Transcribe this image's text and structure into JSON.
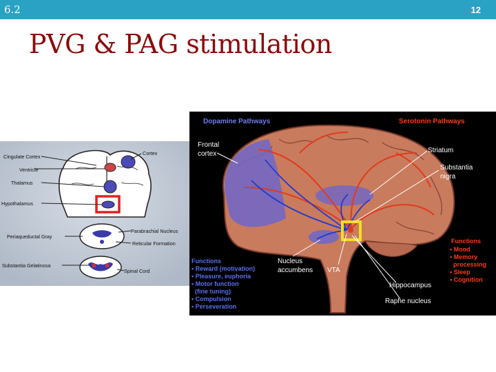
{
  "header": {
    "section": "6.2",
    "page_number": "12",
    "bar_color": "#2aa2c4"
  },
  "slide": {
    "title": "PVG & PAG stimulation",
    "title_color": "#8b0a0a"
  },
  "left_diagram": {
    "labels": {
      "cingulate": "Cingulate Cortex",
      "cortex": "Cortex",
      "ventricle": "Ventricle",
      "thalamus": "Thalamus",
      "hypothalamus": "Hypothalamus",
      "parabrachial": "Parabrachial Nucleus",
      "pag": "Periaqueductal Gray",
      "reticular": "Reticular Formation",
      "substantia_gel": "Substantia Gelatinosa",
      "spinal_cord": "Spinal Cord"
    },
    "highlight_color": "#e02020"
  },
  "right_diagram": {
    "dopamine_title": "Dopamine Pathways",
    "serotonin_title": "Serotonin Pathways",
    "labels": {
      "frontal_line1": "Frontal",
      "frontal_line2": "cortex",
      "striatum": "Striatum",
      "substantia_line1": "Substantia",
      "substantia_line2": "nigra",
      "nucleus_line1": "Nucleus",
      "nucleus_line2": "accumbens",
      "vta": "VTA",
      "hippocampus": "Hippocampus",
      "raphe": "Raphe nucleus"
    },
    "dopamine_functions": {
      "heading": "Functions",
      "items": [
        "• Reward (motivation)",
        "• Pleasure, euphoria",
        "• Motor function",
        "  (fine tuning)",
        "• Compulsion",
        "• Perseveration"
      ]
    },
    "serotonin_functions": {
      "heading": "Functions",
      "items": [
        "• Mood",
        "• Memory",
        "  processing",
        "• Sleep",
        "• Cognition"
      ]
    },
    "dopamine_color": "#3a4fc8",
    "serotonin_color": "#e33a1a",
    "highlight_color": "#f0e020"
  }
}
